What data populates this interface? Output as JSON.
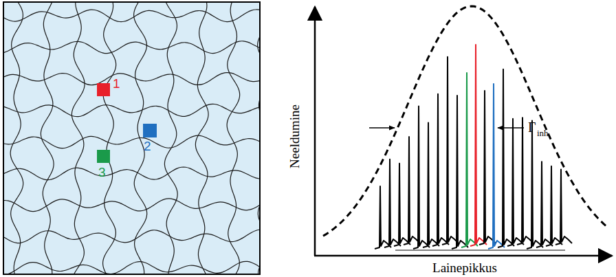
{
  "diagram": {
    "labels": [
      "1",
      "2",
      "3",
      "Γ",
      "inh",
      "Neeldumine",
      "Lainepikkus"
    ]
  }
}
